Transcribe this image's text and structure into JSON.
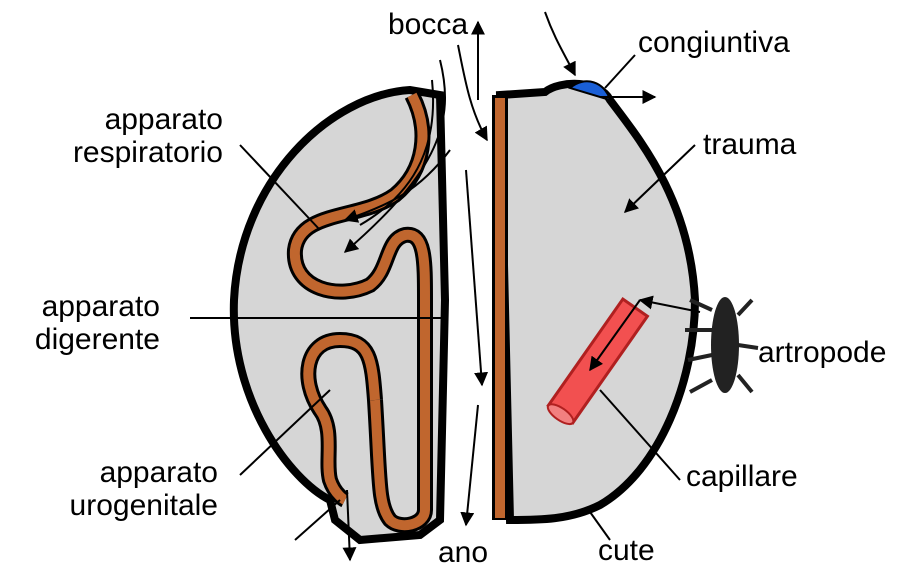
{
  "labels": {
    "bocca": "bocca",
    "congiuntiva": "congiuntiva",
    "trauma": "trauma",
    "apparato_respiratorio": [
      "apparato",
      "respiratorio"
    ],
    "apparato_digerente": [
      "apparato",
      "digerente"
    ],
    "apparato_urogenitale": [
      "apparato",
      "urogenitale"
    ],
    "artropode": "artropode",
    "capillare": "capillare",
    "ano": "ano",
    "cute": "cute"
  },
  "colors": {
    "body_fill": "#d6d6d6",
    "outline": "#000000",
    "tract": "#c0662e",
    "conjunctiva": "#1a5fd6",
    "capillary": "#f25050"
  }
}
